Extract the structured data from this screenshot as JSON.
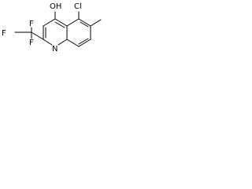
{
  "molecule": {
    "labels": {
      "oh": "OH",
      "cl": "Cl",
      "n": "N",
      "f_top": "F",
      "f_left": "F",
      "f_bottom": "F"
    }
  }
}
